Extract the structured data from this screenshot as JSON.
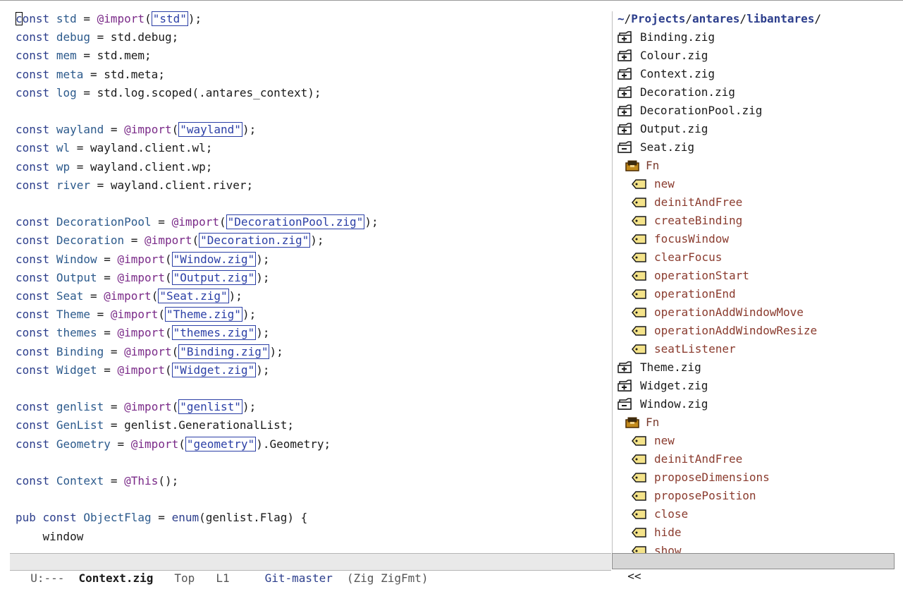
{
  "colors": {
    "keyword": "#2c3e8c",
    "identifier": "#2c5a8c",
    "builtin": "#7a2a88",
    "string": "#2b3fa6",
    "function_tag": "#f4e38a",
    "group_icon": "#c28a1c",
    "function_name": "#8a3b2e"
  },
  "editor": {
    "lines": [
      {
        "kw": "const",
        "id": "std",
        "op": " = ",
        "bi": "@import",
        "pre": "(",
        "str": "\"std\"",
        "post": ");"
      },
      {
        "kw": "const",
        "id": "debug",
        "op": " = ",
        "rest": "std.debug;"
      },
      {
        "kw": "const",
        "id": "mem",
        "op": " = ",
        "rest": "std.mem;"
      },
      {
        "kw": "const",
        "id": "meta",
        "op": " = ",
        "rest": "std.meta;"
      },
      {
        "kw": "const",
        "id": "log",
        "op": " = ",
        "rest": "std.log.scoped(.antares_context);"
      },
      {},
      {
        "kw": "const",
        "id": "wayland",
        "op": " = ",
        "bi": "@import",
        "pre": "(",
        "str": "\"wayland\"",
        "post": ");"
      },
      {
        "kw": "const",
        "id": "wl",
        "op": " = ",
        "rest": "wayland.client.wl;"
      },
      {
        "kw": "const",
        "id": "wp",
        "op": " = ",
        "rest": "wayland.client.wp;"
      },
      {
        "kw": "const",
        "id": "river",
        "op": " = ",
        "rest": "wayland.client.river;"
      },
      {},
      {
        "kw": "const",
        "id": "DecorationPool",
        "op": " = ",
        "bi": "@import",
        "pre": "(",
        "str": "\"DecorationPool.zig\"",
        "post": ");"
      },
      {
        "kw": "const",
        "id": "Decoration",
        "op": " = ",
        "bi": "@import",
        "pre": "(",
        "str": "\"Decoration.zig\"",
        "post": ");"
      },
      {
        "kw": "const",
        "id": "Window",
        "op": " = ",
        "bi": "@import",
        "pre": "(",
        "str": "\"Window.zig\"",
        "post": ");"
      },
      {
        "kw": "const",
        "id": "Output",
        "op": " = ",
        "bi": "@import",
        "pre": "(",
        "str": "\"Output.zig\"",
        "post": ");"
      },
      {
        "kw": "const",
        "id": "Seat",
        "op": " = ",
        "bi": "@import",
        "pre": "(",
        "str": "\"Seat.zig\"",
        "post": ");"
      },
      {
        "kw": "const",
        "id": "Theme",
        "op": " = ",
        "bi": "@import",
        "pre": "(",
        "str": "\"Theme.zig\"",
        "post": ");"
      },
      {
        "kw": "const",
        "id": "themes",
        "op": " = ",
        "bi": "@import",
        "pre": "(",
        "str": "\"themes.zig\"",
        "post": ");"
      },
      {
        "kw": "const",
        "id": "Binding",
        "op": " = ",
        "bi": "@import",
        "pre": "(",
        "str": "\"Binding.zig\"",
        "post": ");"
      },
      {
        "kw": "const",
        "id": "Widget",
        "op": " = ",
        "bi": "@import",
        "pre": "(",
        "str": "\"Widget.zig\"",
        "post": ");"
      },
      {},
      {
        "kw": "const",
        "id": "genlist",
        "op": " = ",
        "bi": "@import",
        "pre": "(",
        "str": "\"genlist\"",
        "post": ");"
      },
      {
        "kw": "const",
        "id": "GenList",
        "op": " = ",
        "rest": "genlist.GenerationalList;"
      },
      {
        "kw": "const",
        "id": "Geometry",
        "op": " = ",
        "bi": "@import",
        "pre": "(",
        "str": "\"geometry\"",
        "post": ").Geometry;"
      },
      {},
      {
        "kw": "const",
        "id": "Context",
        "op": " = ",
        "bi": "@This",
        "rest": "();"
      },
      {},
      {
        "kw2": "pub ",
        "kw": "const",
        "id": "ObjectFlag",
        "op": " = ",
        "kw3": "enum",
        "rest": "(genlist.Flag) {"
      },
      {
        "indent": "    ",
        "rest": "window"
      }
    ]
  },
  "tree": {
    "path": {
      "home": "~",
      "sep": "/",
      "parts": [
        "Projects",
        "antares",
        "libantares"
      ]
    },
    "rows": [
      {
        "type": "file",
        "state": "collapsed",
        "label": "Binding.zig"
      },
      {
        "type": "file",
        "state": "collapsed",
        "label": "Colour.zig"
      },
      {
        "type": "file",
        "state": "collapsed",
        "label": "Context.zig"
      },
      {
        "type": "file",
        "state": "collapsed",
        "label": "Decoration.zig"
      },
      {
        "type": "file",
        "state": "collapsed",
        "label": "DecorationPool.zig"
      },
      {
        "type": "file",
        "state": "collapsed",
        "label": "Output.zig"
      },
      {
        "type": "file",
        "state": "expanded",
        "label": "Seat.zig"
      },
      {
        "type": "group",
        "label": "Fn"
      },
      {
        "type": "fn",
        "label": "new"
      },
      {
        "type": "fn",
        "label": "deinitAndFree"
      },
      {
        "type": "fn",
        "label": "createBinding"
      },
      {
        "type": "fn",
        "label": "focusWindow"
      },
      {
        "type": "fn",
        "label": "clearFocus"
      },
      {
        "type": "fn",
        "label": "operationStart"
      },
      {
        "type": "fn",
        "label": "operationEnd"
      },
      {
        "type": "fn",
        "label": "operationAddWindowMove"
      },
      {
        "type": "fn",
        "label": "operationAddWindowResize"
      },
      {
        "type": "fn",
        "label": "seatListener"
      },
      {
        "type": "file",
        "state": "collapsed",
        "label": "Theme.zig"
      },
      {
        "type": "file",
        "state": "collapsed",
        "label": "Widget.zig"
      },
      {
        "type": "file",
        "state": "expanded",
        "label": "Window.zig"
      },
      {
        "type": "group",
        "label": "Fn"
      },
      {
        "type": "fn",
        "label": "new"
      },
      {
        "type": "fn",
        "label": "deinitAndFree"
      },
      {
        "type": "fn",
        "label": "proposeDimensions"
      },
      {
        "type": "fn",
        "label": "proposePosition"
      },
      {
        "type": "fn",
        "label": "close"
      },
      {
        "type": "fn",
        "label": "hide"
      },
      {
        "type": "fn",
        "label": "show"
      }
    ]
  },
  "modeline": {
    "state": "U:---",
    "buffer": "Context.zig",
    "position": "Top",
    "line": "L1",
    "vc": "Git-master",
    "modes": "(Zig ZigFmt)"
  },
  "modeline_tree": {
    "label": "<<"
  }
}
